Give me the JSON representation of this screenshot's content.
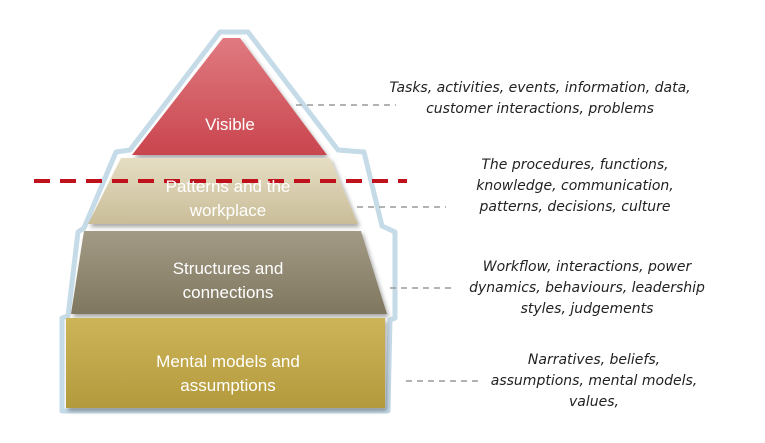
{
  "pyramid": {
    "layers": [
      {
        "label_lines": [
          "Visible"
        ],
        "color": "#cf4f57",
        "description_lines": [
          "Tasks, activities, events, information, data,",
          "customer interactions, problems"
        ]
      },
      {
        "label_lines": [
          "Patterns and the",
          "workplace"
        ],
        "color": "#d8ceae",
        "description_lines": [
          "The procedures, functions,",
          "knowledge, communication,",
          "patterns, decisions, culture"
        ]
      },
      {
        "label_lines": [
          "Structures and",
          "connections"
        ],
        "color": "#8e8670",
        "description_lines": [
          "Workflow, interactions, power",
          "dynamics, behaviours, leadership",
          "styles, judgements"
        ]
      },
      {
        "label_lines": [
          "Mental models and",
          "assumptions"
        ],
        "color": "#c3a94a",
        "description_lines": [
          "Narratives, beliefs,",
          "assumptions, mental models,",
          "values,"
        ]
      }
    ],
    "waterline_color": "#c0121c",
    "connector_color": "#9a9a9a"
  }
}
